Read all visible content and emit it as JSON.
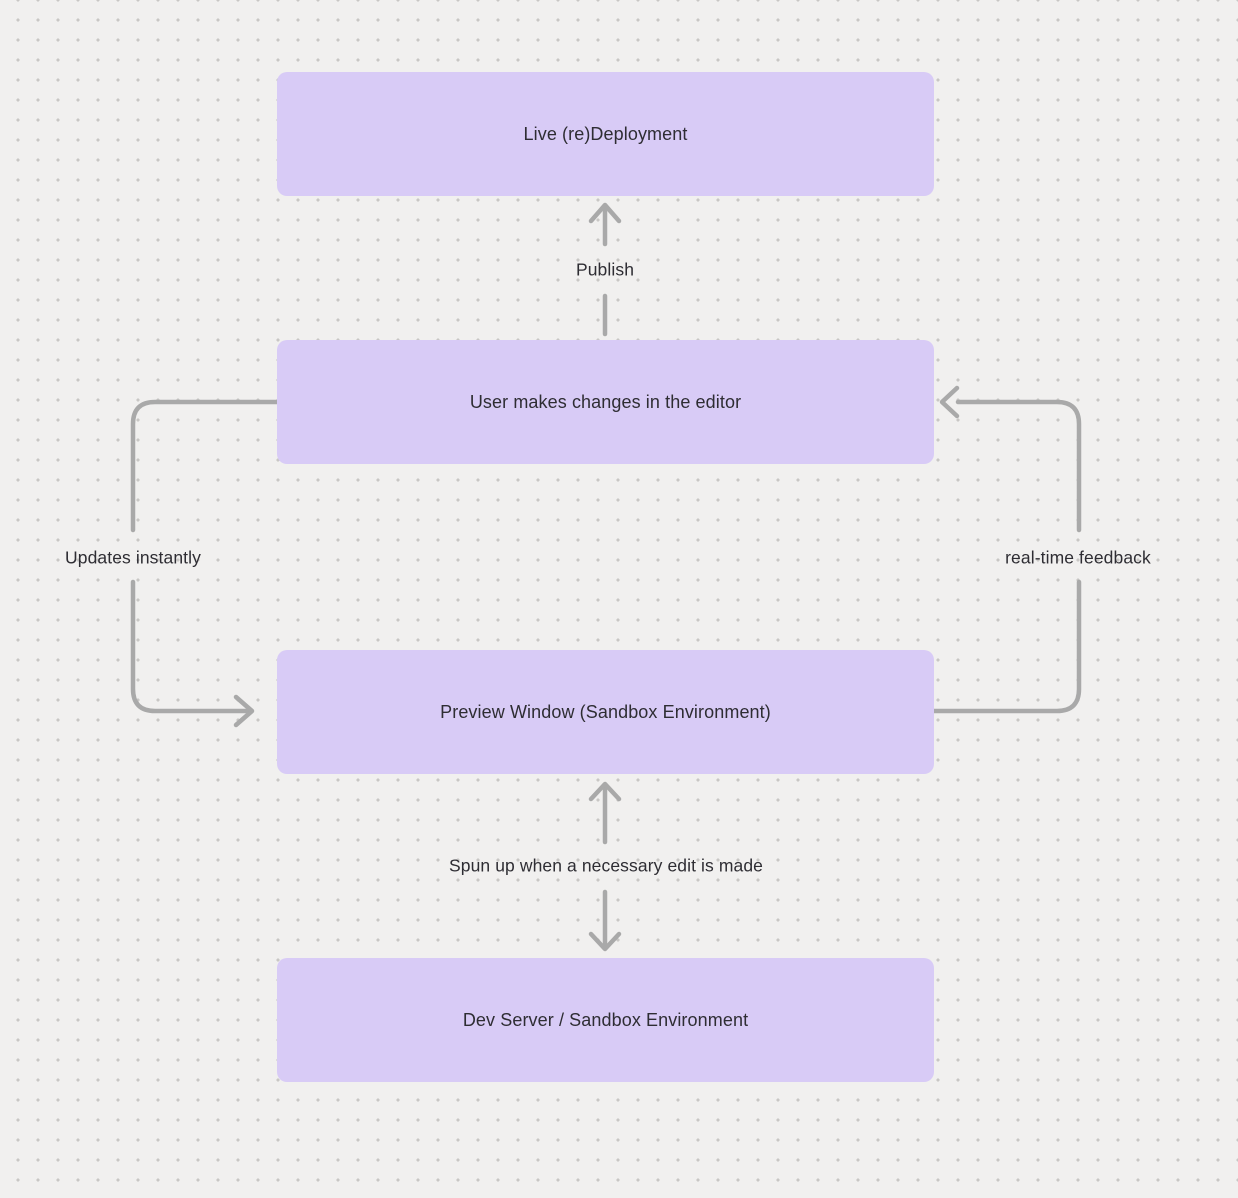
{
  "canvas": {
    "background_color": "#f1f0ef",
    "dot_color": "#c9c7c5",
    "node_fill_color": "#d8cbf6",
    "arrow_color": "#a9a9a9",
    "text_color": "#2e2d33"
  },
  "nodes": {
    "live_redeployment": {
      "label": "Live (re)Deployment"
    },
    "user_editor": {
      "label": "User makes changes in the editor"
    },
    "preview_window": {
      "label": "Preview Window (Sandbox Environment)"
    },
    "dev_server": {
      "label": "Dev Server / Sandbox Environment"
    }
  },
  "edges": {
    "publish": {
      "label": "Publish",
      "from": "user_editor",
      "to": "live_redeployment",
      "direction": "up"
    },
    "updates_instantly": {
      "label": "Updates instantly",
      "from": "user_editor",
      "to": "preview_window",
      "side": "left"
    },
    "real_time_feedback": {
      "label": "real-time feedback",
      "from": "preview_window",
      "to": "user_editor",
      "side": "right"
    },
    "spun_up": {
      "label": "Spun up when a necessary edit is made",
      "from": "dev_server",
      "to": "preview_window",
      "direction": "bidirectional"
    }
  }
}
